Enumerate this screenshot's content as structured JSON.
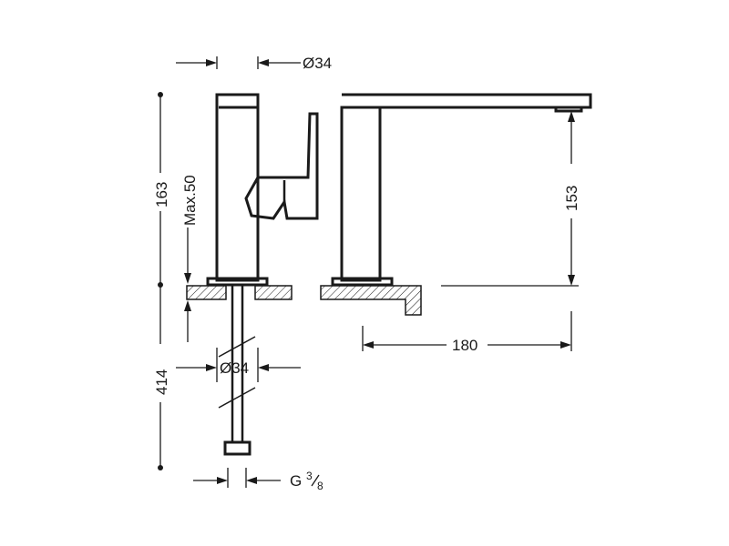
{
  "dimensions": {
    "top_diameter": "Ø34",
    "height_total": "163",
    "max_thickness": "Max.50",
    "spout_height": "153",
    "spout_reach": "180",
    "pipe_length": "414",
    "pipe_diameter": "Ø34",
    "thread_prefix": "G",
    "thread_num": "3",
    "thread_den": "8"
  }
}
